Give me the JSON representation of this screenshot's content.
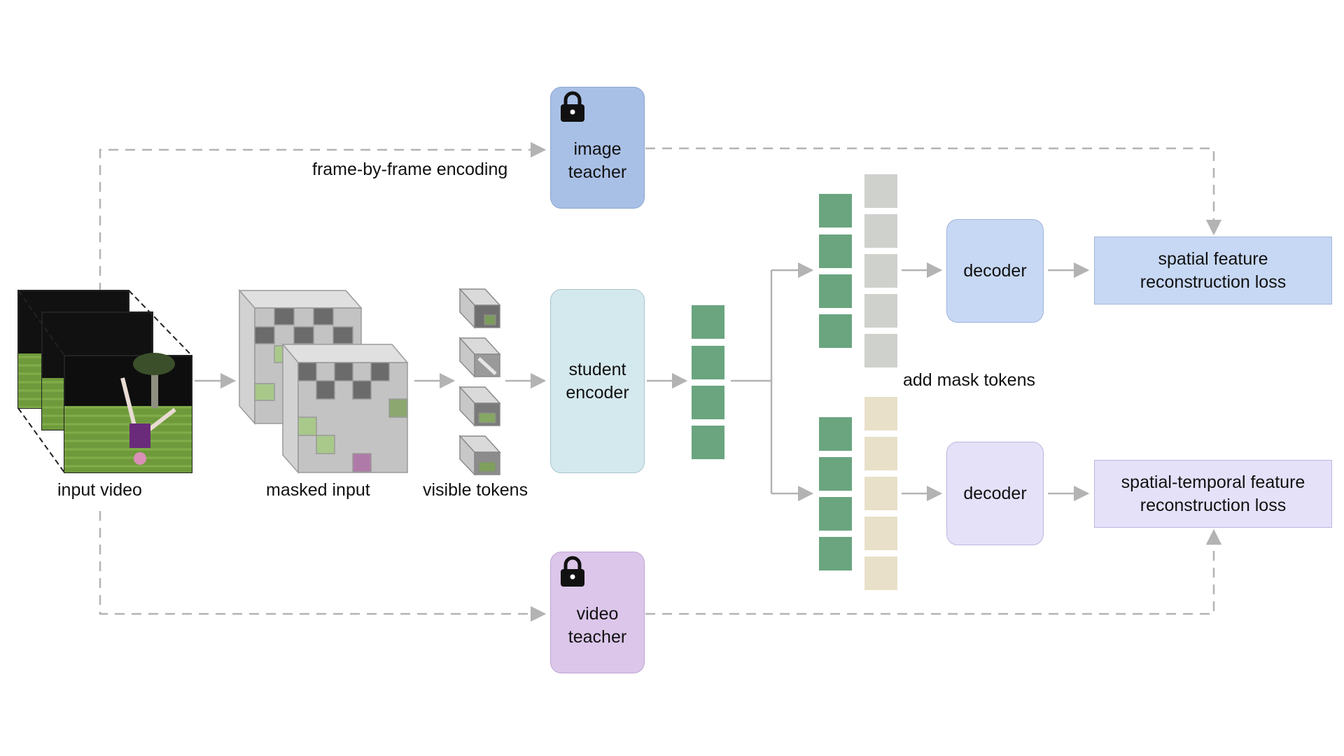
{
  "labels": {
    "input_video": "input video",
    "masked_input": "masked input",
    "visible_tokens": "visible tokens",
    "frame_by_frame": "frame-by-frame encoding",
    "add_mask_tokens": "add mask tokens"
  },
  "blocks": {
    "image_teacher": "image\nteacher",
    "student_encoder": "student\nencoder",
    "video_teacher": "video\nteacher",
    "decoder_top": "decoder",
    "decoder_bottom": "decoder",
    "spatial_loss": "spatial feature\nreconstruction loss",
    "st_loss": "spatial-temporal feature\nreconstruction loss"
  },
  "icons": {
    "image_teacher": "lock-icon",
    "video_teacher": "lock-icon"
  },
  "colors": {
    "image_teacher": "#a9c0e6",
    "student_encoder": "#d4e9ee",
    "video_teacher": "#dcc6ea",
    "decoder_top": "#c7d8f4",
    "decoder_bottom": "#e5e1f9",
    "spatial_loss": "#c7d8f4",
    "st_loss": "#e5e1f9",
    "token_green": "#6aa57f",
    "mask_gray": "#cfd1cd",
    "mask_beige": "#e8e0c9",
    "arrow": "#b3b3b3",
    "border": "#9a9a9a"
  }
}
